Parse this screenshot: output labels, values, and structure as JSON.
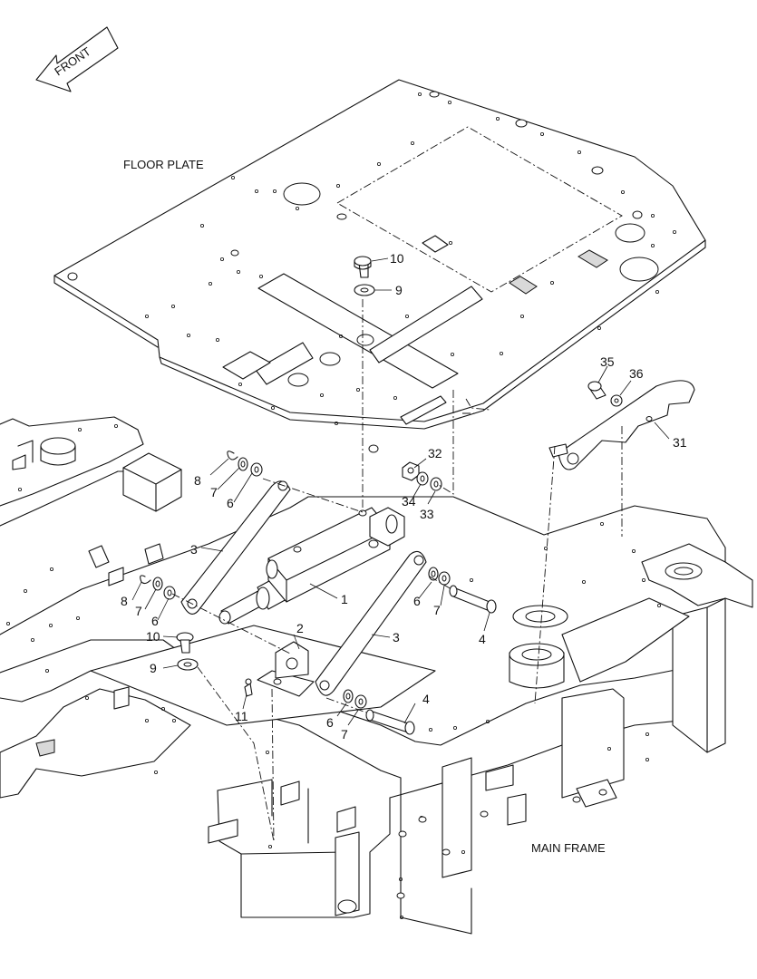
{
  "direction_marker": {
    "label": "FRONT"
  },
  "assemblies": {
    "floor_plate": "FLOOR PLATE",
    "main_frame": "MAIN FRAME"
  },
  "callouts": {
    "c1": "1",
    "c2": "2",
    "c3a": "3",
    "c3b": "3",
    "c4a": "4",
    "c4b": "4",
    "c6a": "6",
    "c6b": "6",
    "c6c": "6",
    "c6d": "6",
    "c7a": "7",
    "c7b": "7",
    "c7c": "7",
    "c7d": "7",
    "c8a": "8",
    "c8b": "8",
    "c9a": "9",
    "c9b": "9",
    "c10a": "10",
    "c10b": "10",
    "c11": "11",
    "c31": "31",
    "c32": "32",
    "c33": "33",
    "c34": "34",
    "c35": "35",
    "c36": "36"
  },
  "colors": {
    "line": "#111111",
    "background": "#ffffff",
    "shade": "#d9d9d9"
  }
}
